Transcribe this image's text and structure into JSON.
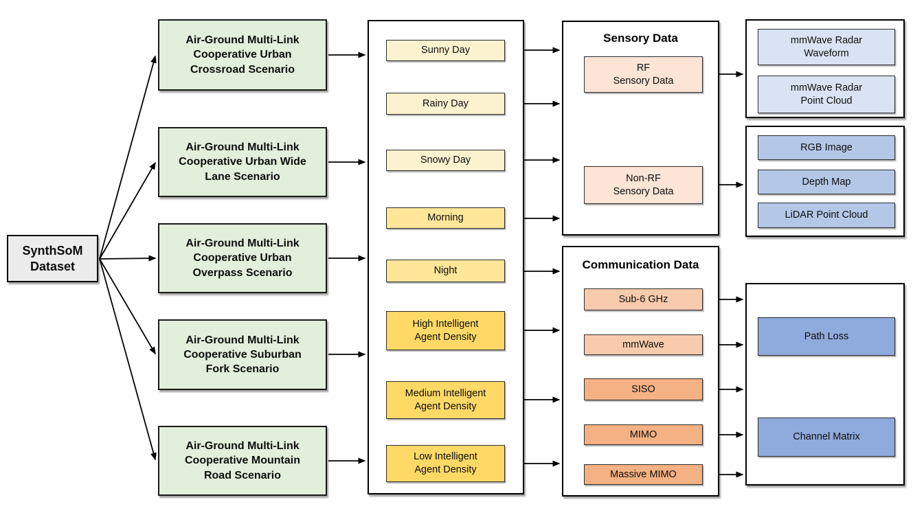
{
  "diagram": {
    "root": {
      "label": "SynthSoM\nDataset"
    },
    "scenarios": [
      {
        "label": "Air-Ground Multi-Link\nCooperative Urban\nCrossroad Scenario"
      },
      {
        "label": "Air-Ground Multi-Link\nCooperative Urban Wide\nLane Scenario"
      },
      {
        "label": "Air-Ground Multi-Link\nCooperative Urban\nOverpass Scenario"
      },
      {
        "label": "Air-Ground Multi-Link\nCooperative Suburban\nFork Scenario"
      },
      {
        "label": "Air-Ground Multi-Link\nCooperative Mountain\nRoad Scenario"
      }
    ],
    "conditions": {
      "items": [
        {
          "label": "Sunny Day",
          "tier": "light"
        },
        {
          "label": "Rainy Day",
          "tier": "light"
        },
        {
          "label": "Snowy Day",
          "tier": "light"
        },
        {
          "label": "Morning",
          "tier": "medium"
        },
        {
          "label": "Night",
          "tier": "medium"
        },
        {
          "label": "High Intelligent\nAgent Density",
          "tier": "dark"
        },
        {
          "label": "Medium Intelligent\nAgent Density",
          "tier": "dark"
        },
        {
          "label": "Low Intelligent\nAgent Density",
          "tier": "dark"
        }
      ]
    },
    "sensory": {
      "title": "Sensory Data",
      "items": [
        {
          "label": "RF\nSensory Data"
        },
        {
          "label": "Non-RF\nSensory Data"
        }
      ]
    },
    "communication": {
      "title": "Communication Data",
      "items": [
        {
          "label": "Sub-6 GHz",
          "tier": "light"
        },
        {
          "label": "mmWave",
          "tier": "light"
        },
        {
          "label": "SISO",
          "tier": "dark"
        },
        {
          "label": "MIMO",
          "tier": "dark"
        },
        {
          "label": "Massive MIMO",
          "tier": "dark"
        }
      ]
    },
    "radar_outputs": {
      "items": [
        {
          "label": "mmWave Radar\nWaveform"
        },
        {
          "label": "mmWave Radar\nPoint Cloud"
        }
      ]
    },
    "nonrf_outputs": {
      "items": [
        {
          "label": "RGB Image"
        },
        {
          "label": "Depth Map"
        },
        {
          "label": "LiDAR Point Cloud"
        }
      ]
    },
    "channel_outputs": {
      "items": [
        {
          "label": "Path Loss"
        },
        {
          "label": "Channel Matrix"
        }
      ]
    },
    "colors": {
      "root_fill": "#ececec",
      "scenario_fill": "#e2efda",
      "condition_light": "#fdf2cf",
      "condition_medium": "#ffe699",
      "condition_dark": "#ffd966",
      "sensory_fill": "#fce4d6",
      "comm_light": "#f8cbad",
      "comm_dark": "#f4b183",
      "output_light": "#dae3f3",
      "output_medium": "#b4c7e7",
      "output_dark": "#8faadc",
      "line": "#000000"
    }
  }
}
